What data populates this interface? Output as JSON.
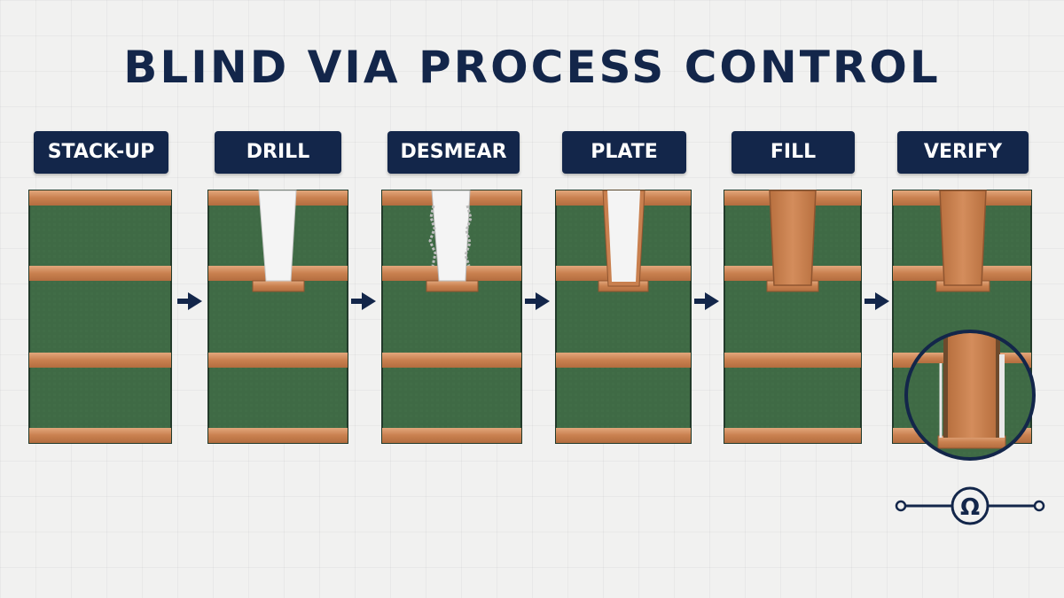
{
  "title": "BLIND VIA PROCESS CONTROL",
  "steps": [
    {
      "label": "STACK-UP"
    },
    {
      "label": "DRILL"
    },
    {
      "label": "DESMEAR"
    },
    {
      "label": "PLATE"
    },
    {
      "label": "FILL"
    },
    {
      "label": "VERIFY"
    }
  ],
  "colors": {
    "background": "#f1f1f0",
    "navy": "#13264a",
    "laminate": "#3f6a45",
    "copper": "#c9804f",
    "copper_light": "#e0a47a",
    "drill_hole": "#f4f4f4"
  },
  "icons": {
    "arrow": "arrow-right-icon",
    "magnifier": "magnified-detail-icon",
    "ohmmeter": "ohm-meter-icon"
  },
  "meter_symbol": "Ω"
}
